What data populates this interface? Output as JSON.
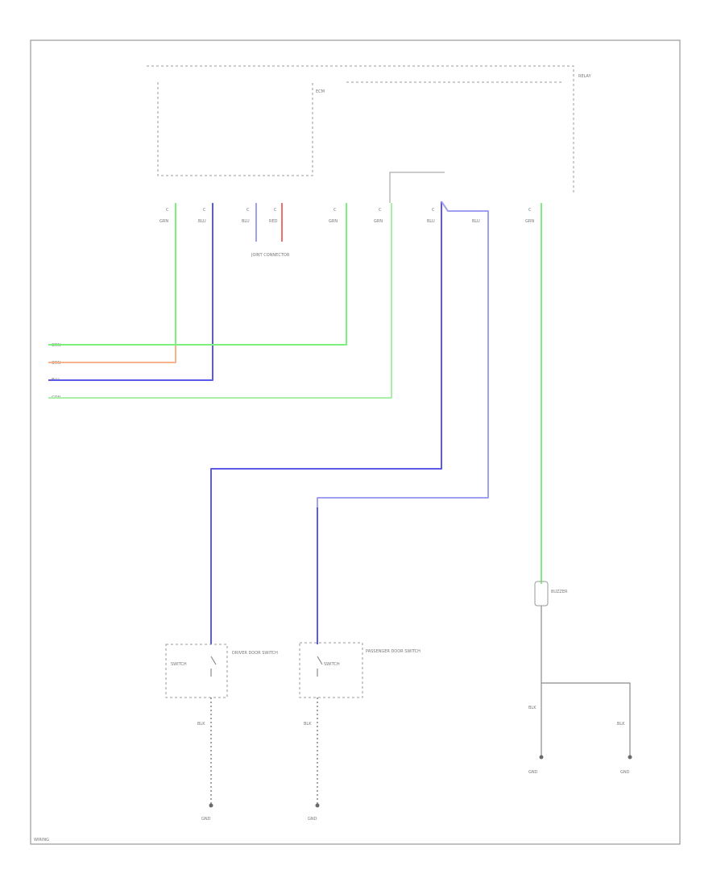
{
  "labels": {
    "corner_tag": "WIRING",
    "ecm_header": "ECM",
    "relay_label": "RELAY",
    "conn_a": "C",
    "conn_b": "C",
    "conn_c": "C",
    "conn_d": "C",
    "conn_e": "C",
    "conn_f": "C",
    "conn_g": "C",
    "conn_h": "C",
    "w_grn1": "GRN",
    "w_blu1": "BLU",
    "w_blu2": "BLU",
    "w_red": "RED",
    "w_grn2": "GRN",
    "w_grn3": "GRN",
    "w_blu3": "BLU",
    "w_blu4": "BLU",
    "w_grn4": "GRN",
    "mid_block": "JOINT CONNECTOR",
    "left_grn": "GRN",
    "left_orn": "ORN",
    "left_blu": "BLU",
    "left_grn2": "GRN",
    "sw1_name": "SWITCH",
    "sw1_desc": "DRIVER DOOR SWITCH",
    "sw2_name": "SWITCH",
    "sw2_desc": "PASSENGER DOOR SWITCH",
    "buzzer_desc": "BUZZER",
    "gnd1": "GND",
    "gnd2": "GND",
    "gnd3": "GND",
    "gnd4": "GND",
    "blk_a": "BLK",
    "blk_b": "BLK",
    "blk_c": "BLK",
    "blk_d": "BLK"
  },
  "colors": {
    "green": "#7cf07c",
    "blue": "#5a5ae6",
    "light_blue": "#a0a0f0",
    "red": "#f06e6e",
    "orange": "#f5b48c",
    "gray": "#8c8c8c"
  }
}
